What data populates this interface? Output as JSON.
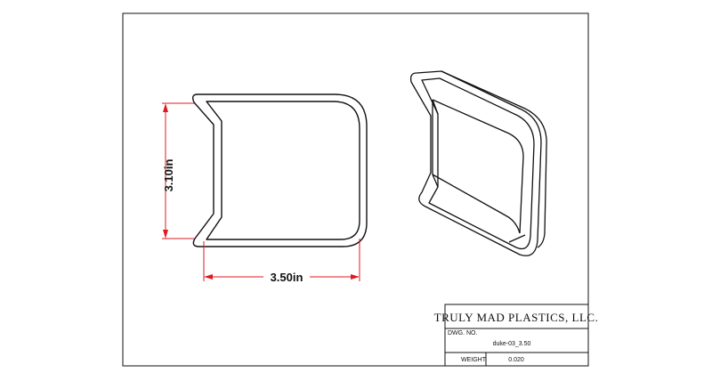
{
  "drawing": {
    "dimension_height": "3.10in",
    "dimension_width": "3.50in",
    "colors": {
      "dimension": "#e0191f",
      "outline": "#111111"
    }
  },
  "title_block": {
    "company": "TRULY MAD PLASTICS, LLC.",
    "dwg_no_label": "DWG. NO.",
    "dwg_no_value": "duke-03_3.50",
    "weight_label": "WEIGHT:",
    "weight_value": "0.020"
  }
}
